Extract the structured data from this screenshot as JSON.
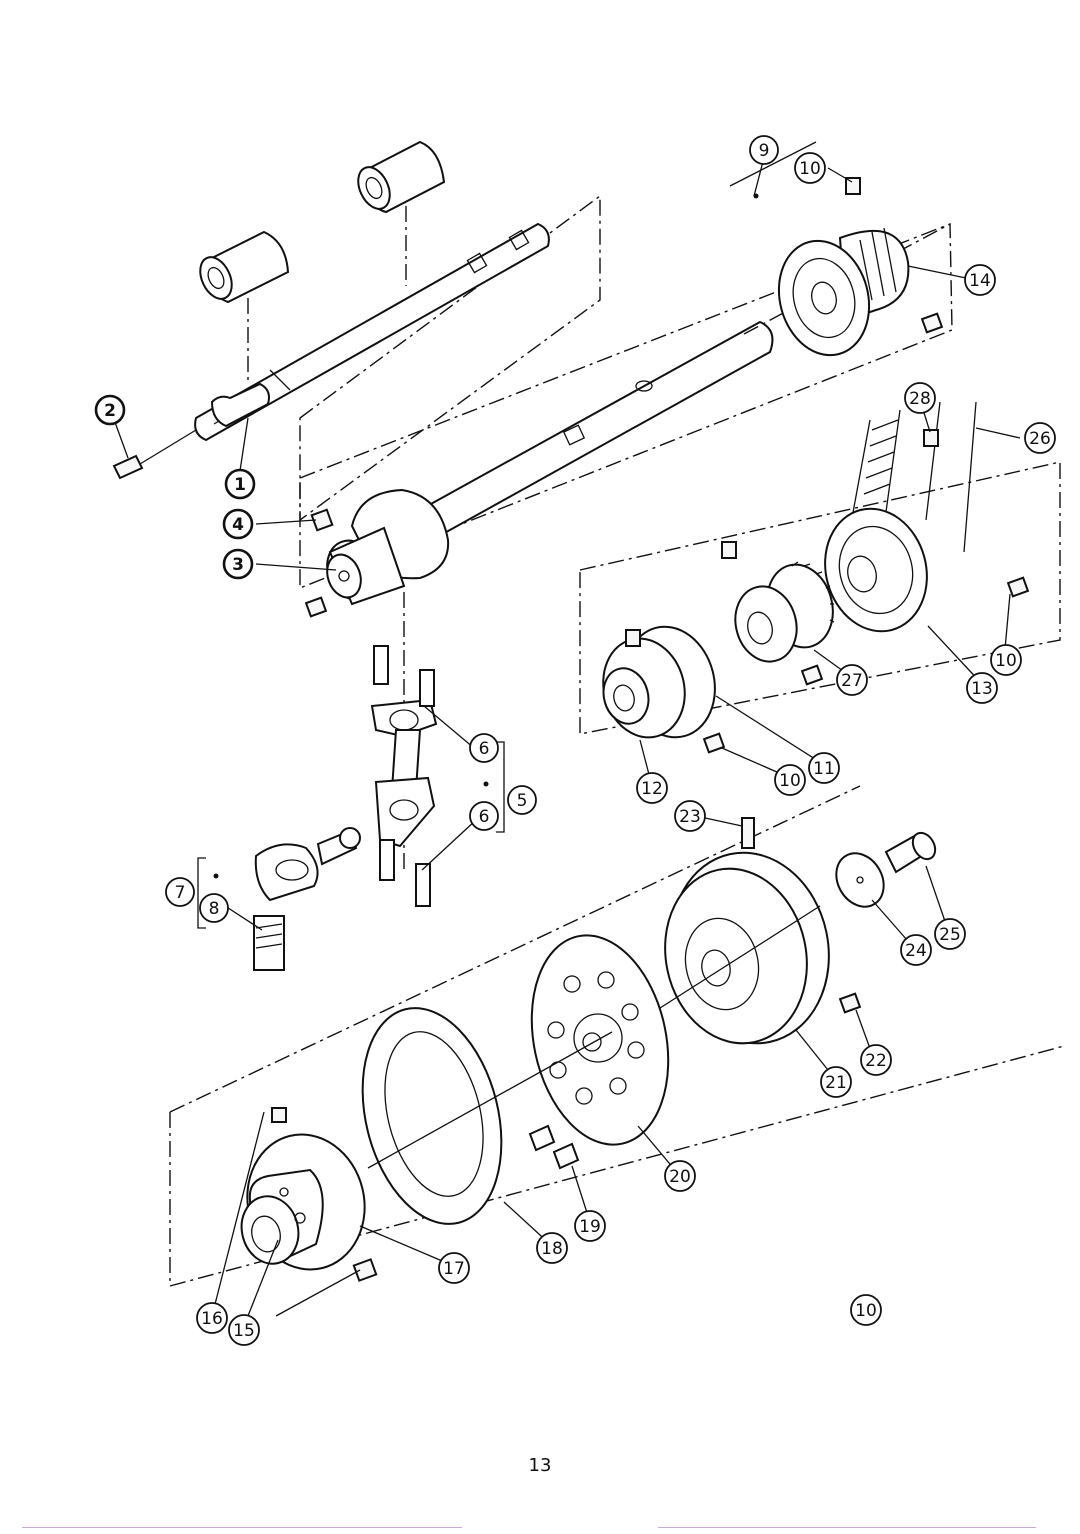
{
  "diagram": {
    "callouts": [
      {
        "label": "1",
        "style": "bold"
      },
      {
        "label": "2",
        "style": "bold"
      },
      {
        "label": "3",
        "style": "bold"
      },
      {
        "label": "4",
        "style": "bold"
      },
      {
        "label": "5",
        "style": "normal"
      },
      {
        "label": "6",
        "style": "normal"
      },
      {
        "label": "6",
        "style": "normal"
      },
      {
        "label": "7",
        "style": "normal"
      },
      {
        "label": "8",
        "style": "normal"
      },
      {
        "label": "9",
        "style": "normal"
      },
      {
        "label": "10",
        "style": "normal"
      },
      {
        "label": "10",
        "style": "normal"
      },
      {
        "label": "10",
        "style": "normal"
      },
      {
        "label": "10",
        "style": "normal"
      },
      {
        "label": "11",
        "style": "normal"
      },
      {
        "label": "12",
        "style": "normal"
      },
      {
        "label": "13",
        "style": "normal"
      },
      {
        "label": "14",
        "style": "normal"
      },
      {
        "label": "15",
        "style": "normal"
      },
      {
        "label": "16",
        "style": "normal"
      },
      {
        "label": "17",
        "style": "normal"
      },
      {
        "label": "18",
        "style": "normal"
      },
      {
        "label": "19",
        "style": "normal"
      },
      {
        "label": "20",
        "style": "normal"
      },
      {
        "label": "21",
        "style": "normal"
      },
      {
        "label": "22",
        "style": "normal"
      },
      {
        "label": "23",
        "style": "normal"
      },
      {
        "label": "24",
        "style": "normal"
      },
      {
        "label": "25",
        "style": "normal"
      },
      {
        "label": "26",
        "style": "normal"
      },
      {
        "label": "27",
        "style": "normal"
      },
      {
        "label": "28",
        "style": "normal"
      }
    ]
  },
  "page": {
    "number": "13"
  },
  "colors": {
    "line": "#111111",
    "footer_rule": "#c9a9d6"
  }
}
